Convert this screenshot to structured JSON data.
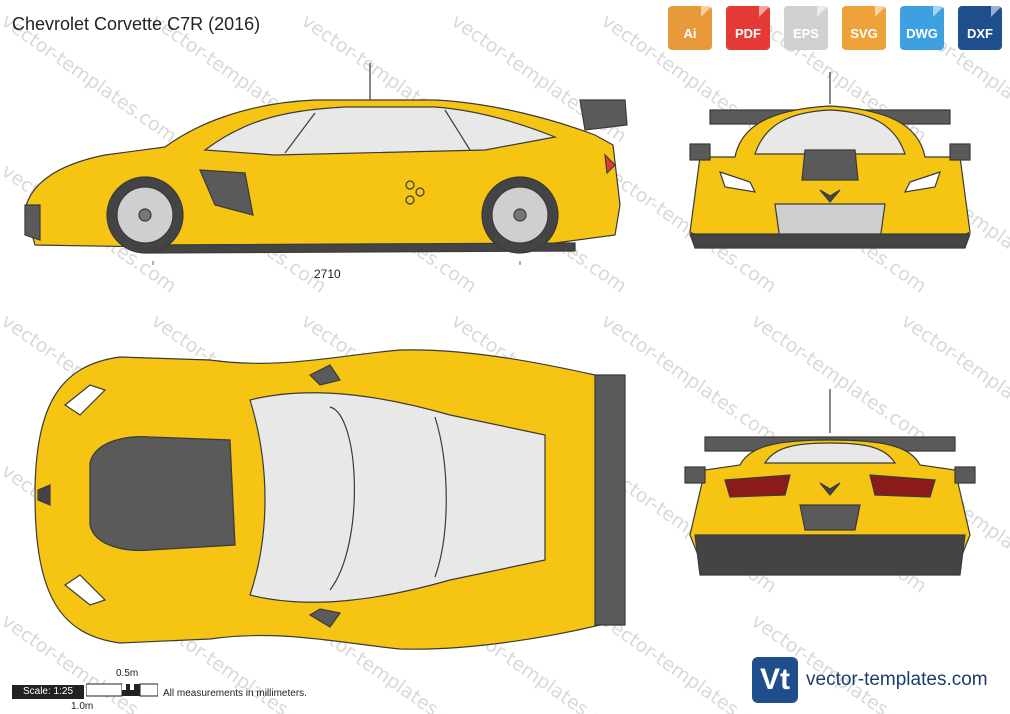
{
  "title": "Chevrolet Corvette C7R (2016)",
  "formats": [
    {
      "label": "Ai",
      "color": "#e89a3a"
    },
    {
      "label": "PDF",
      "color": "#e53935"
    },
    {
      "label": "EPS",
      "color": "#d0d0d0"
    },
    {
      "label": "SVG",
      "color": "#f0a23a"
    },
    {
      "label": "DWG",
      "color": "#3ea0e0"
    },
    {
      "label": "DXF",
      "color": "#1f4e8c"
    }
  ],
  "watermark": "vector-templates.com",
  "dimension_wheelbase": "2710",
  "scale": {
    "label": "Scale: 1:25",
    "half_meter": "0.5m",
    "one_meter": "1.0m"
  },
  "note": "All measurements in millimeters.",
  "logo": {
    "initials": "Vt",
    "site": "vector-templates.com"
  },
  "colors": {
    "body": "#f6c413",
    "dark": "#5a5a5a",
    "glass": "#e8e8e8",
    "outline": "#3a3a3a"
  }
}
